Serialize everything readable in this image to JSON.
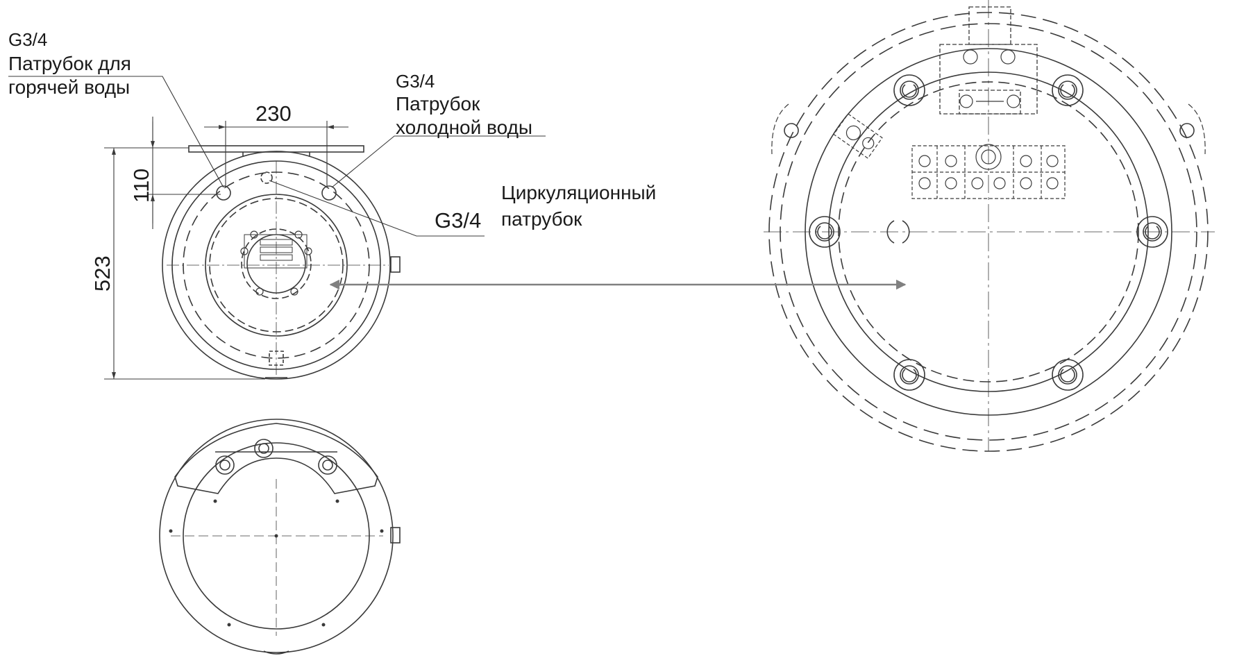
{
  "labels": {
    "hot": {
      "thread": "G3/4",
      "line1": "Патрубок для",
      "line2": "горячей воды"
    },
    "cold": {
      "thread": "G3/4",
      "line1": "Патрубок",
      "line2": "холодной воды"
    },
    "circ": {
      "thread": "G3/4",
      "line1": "Циркуляционный",
      "line2": "патрубок"
    }
  },
  "dimensions": {
    "width": "230",
    "offset": "110",
    "height": "523"
  },
  "colors": {
    "line": "#3a3a3a",
    "arrow": "#808080"
  }
}
